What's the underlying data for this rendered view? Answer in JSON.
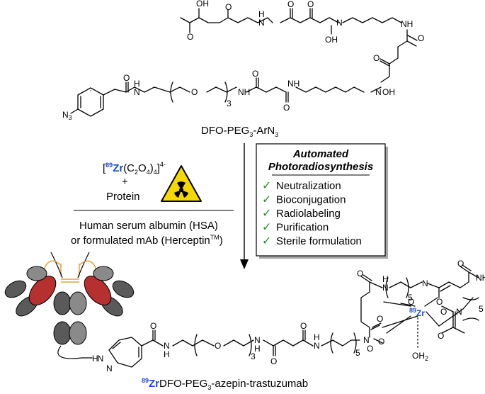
{
  "colors": {
    "zirconium": "#1a47d6",
    "check": "#2f8a2f",
    "hazard_yellow": "#f5d800",
    "antibody_red": "#b5302e",
    "antibody_grey": "#8a8a8a",
    "linker_orange": "#e6a23c"
  },
  "reactant": {
    "name_main": "DFO-PEG",
    "name_sub": "3",
    "name_tail": "-ArN",
    "name_sub2": "3"
  },
  "conditions": {
    "reagent_open": "[",
    "reagent_iso": "89",
    "reagent_el": "Zr",
    "reagent_rest": "(C",
    "reagent_s1": "2",
    "reagent_o": "O",
    "reagent_s2": "4",
    "reagent_close": ")",
    "reagent_s3": "4",
    "reagent_close2": "]",
    "reagent_charge": "4-",
    "plus": "+",
    "protein": "Protein",
    "option1": "Human serum albumin (HSA)",
    "option2_main": "or formulated mAb (Herceptin",
    "option2_tm": "TM",
    "option2_close": ")",
    "hazard_icon": "radiation-hazard-icon"
  },
  "automation": {
    "title_line1": "Automated",
    "title_line2": "Photoradiosynthesis",
    "check_glyph": "✓",
    "steps": [
      "Neutralization",
      "Bioconjugation",
      "Radiolabeling",
      "Purification",
      "Sterile formulation"
    ]
  },
  "product": {
    "iso": "89",
    "el": "Zr",
    "name_main": "DFO-PEG",
    "name_sub": "3",
    "name_tail": "-azepin-trastuzumab"
  },
  "atoms": {
    "O": "O",
    "OH": "OH",
    "N": "N",
    "H": "H",
    "NH": "NH",
    "N3": "N",
    "three": "3",
    "five": "5",
    "OH2": "OH",
    "two": "2",
    "zr_iso": "89",
    "zr_el": "Zr"
  }
}
